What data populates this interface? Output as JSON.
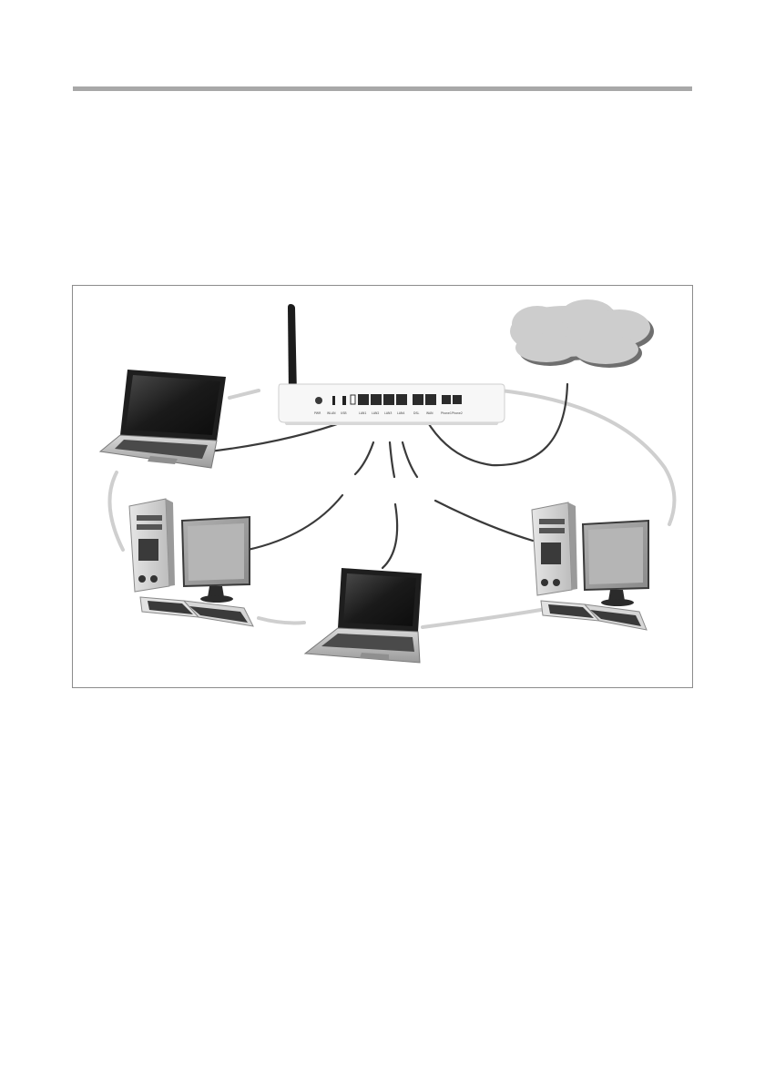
{
  "page": {
    "rule_color": "#a8a8a8",
    "frame_border_color": "#8c8c8c"
  },
  "figure": {
    "router": {
      "port_labels": [
        "PWR",
        "WLAN",
        "USB",
        "LAN1",
        "LAN2",
        "LAN3",
        "LAN4",
        "DSL",
        "WAN",
        "Phone1",
        "Phone2"
      ]
    },
    "cloud": {},
    "devices": [
      {
        "kind": "laptop",
        "position": "top-left",
        "connection": "cable"
      },
      {
        "kind": "desktop",
        "position": "middle-left",
        "connection": "cable"
      },
      {
        "kind": "laptop",
        "position": "bottom-center",
        "connection": "cable"
      },
      {
        "kind": "desktop",
        "position": "right",
        "connection": "cable"
      }
    ],
    "colors": {
      "cable": "#3a3a3a",
      "wireless_arc": "#cfcfcf",
      "cloud": "#cdcdcd",
      "device_dark": "#2b2b2b",
      "device_silver": "#c8c8c8"
    }
  }
}
